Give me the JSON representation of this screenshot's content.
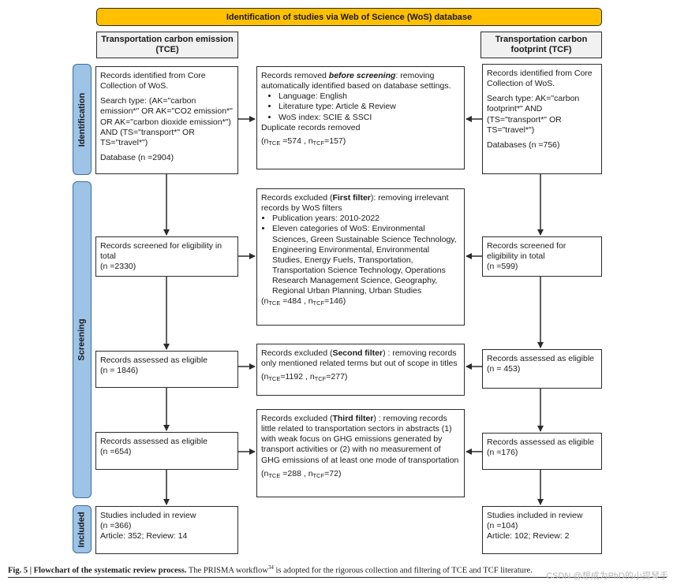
{
  "header": "Identification of studies via Web of Science (WoS) database",
  "tce_header": "Transportation carbon emission (TCE)",
  "tcf_header": "Transportation carbon footprint (TCF)",
  "phases": {
    "identification": "Identification",
    "screening": "Screening",
    "included": "Included"
  },
  "tce": {
    "identified": {
      "line1": "Records identified from Core Collection of WoS.",
      "search": "Search type: (AK=\"carbon emission*\" OR AK=\"CO2 emission*\" OR AK=\"carbon dioxide emission*\") AND (TS=\"transport*\" OR TS=\"travel*\")",
      "database": "Database (n =2904)"
    },
    "screened": "Records screened for eligibility in total",
    "screened_n": "(n =2330)",
    "eligible1": "Records assessed as eligible",
    "eligible1_n": "(n = 1846)",
    "eligible2": "Records assessed as eligible",
    "eligible2_n": "(n =654)",
    "included": "Studies included in review",
    "included_n": "(n =366)",
    "included_articles": "Article: 352; Review: 14"
  },
  "tcf": {
    "identified": {
      "line1": "Records identified from Core Collection of WoS.",
      "search": "Search type: AK=\"carbon footprint*\" AND (TS=\"transport*\" OR TS=\"travel*\")",
      "database": "Databases (n =756)"
    },
    "screened": "Records screened for eligibility in total",
    "screened_n": "(n =599)",
    "eligible1": "Records assessed as eligible",
    "eligible1_n": "(n = 453)",
    "eligible2": "Records assessed as eligible",
    "eligible2_n": "(n =176)",
    "included": "Studies included in review",
    "included_n": "(n =104)",
    "included_articles": "Article: 102; Review: 2"
  },
  "removed": {
    "prefix": "Records removed ",
    "emph": "before screening",
    "suffix": ": removing automatically identified based on database settings.",
    "bullets": [
      "Language: English",
      "Literature type: Article & Review",
      "WoS index: SCIE & SSCI"
    ],
    "dup": "Duplicate records removed",
    "n_tce": "=574",
    "n_tcf": "=157"
  },
  "filter1": {
    "prefix": "Records excluded (",
    "emph": "First filter",
    "suffix": "): removing irrelevant records by WoS filters",
    "bullets": [
      "Publication years: 2010-2022",
      "Eleven categories of WoS: Environmental Sciences, Green Sustainable Science Technology, Engineering Environmental, Environmental Studies, Energy Fuels, Transportation, Transportation Science Technology, Operations Research Management Science, Geography, Regional Urban Planning, Urban Studies"
    ],
    "n_tce": "=484",
    "n_tcf": "=146"
  },
  "filter2": {
    "prefix": "Records excluded (",
    "emph": "Second filter",
    "suffix": ") : removing records only mentioned related terms but out of scope in titles",
    "n_tce": "=1192",
    "n_tcf": "=277"
  },
  "filter3": {
    "prefix": "Records excluded (",
    "emph": "Third filter",
    "suffix": ") : removing records little related to transportation sectors in abstracts (1) with weak focus on GHG emissions generated by transport activities or (2) with no measurement of GHG emissions of at least one mode of transportation",
    "n_tce": "=288",
    "n_tcf": "=72"
  },
  "sub": {
    "tce": "TCE",
    "tcf": "TCF",
    "n": "n"
  },
  "caption": {
    "label": "Fig. 5 | Flowchart of the systematic review process.",
    "text1": " The PRISMA workflow",
    "ref": "34",
    "text2": " is adopted for the rigorous collection and filtering of TCE and TCF literature."
  },
  "watermark": "CSDN @想成为PhD的小提琴手",
  "colors": {
    "header": "#ffc000",
    "phase": "#9dc3e6",
    "line": "#2b2b2b"
  }
}
